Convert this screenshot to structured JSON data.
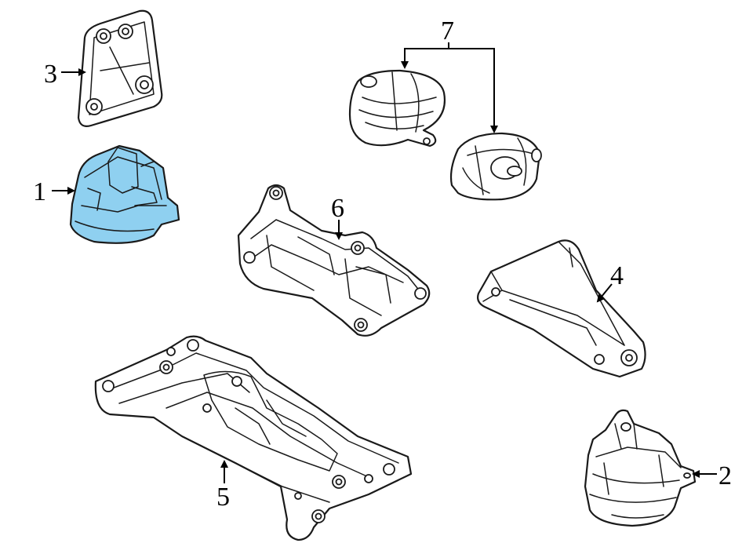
{
  "callouts": {
    "c1": "1",
    "c2": "2",
    "c3": "3",
    "c4": "4",
    "c5": "5",
    "c6": "6",
    "c7": "7"
  },
  "colors": {
    "highlight_fill": "#8fd0f0",
    "line": "#1a1a1a"
  }
}
